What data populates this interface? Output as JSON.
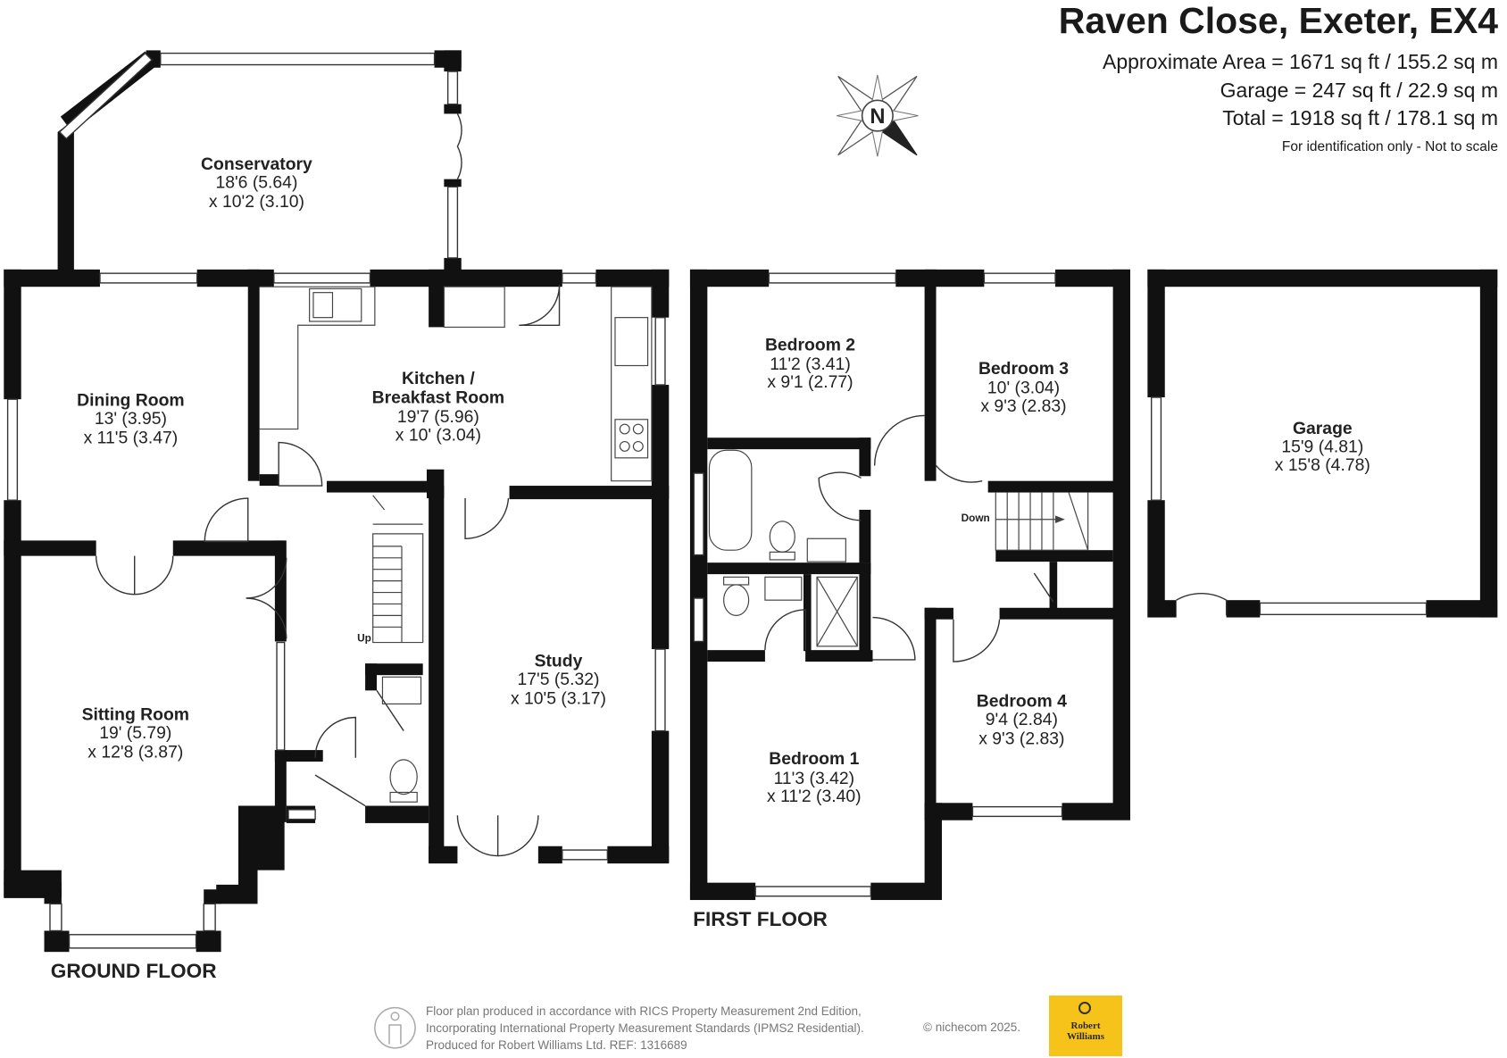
{
  "header": {
    "title": "Raven Close, Exeter, EX4",
    "approx_area": "Approximate Area = 1671 sq ft / 155.2 sq m",
    "garage_area": "Garage = 247 sq ft / 22.9 sq m",
    "total_area": "Total = 1918 sq ft / 178.1 sq m",
    "note": "For identification only - Not to scale"
  },
  "compass": {
    "letter": "N"
  },
  "floors": {
    "ground": "GROUND FLOOR",
    "first": "FIRST FLOOR"
  },
  "rooms": {
    "conservatory": {
      "name": "Conservatory",
      "dim1": "18'6 (5.64)",
      "dim2": "x 10'2 (3.10)"
    },
    "dining": {
      "name": "Dining Room",
      "dim1": "13' (3.95)",
      "dim2": "x 11'5 (3.47)"
    },
    "kitchen": {
      "name1": "Kitchen /",
      "name2": "Breakfast Room",
      "dim1": "19'7 (5.96)",
      "dim2": "x 10' (3.04)"
    },
    "sitting": {
      "name": "Sitting Room",
      "dim1": "19' (5.79)",
      "dim2": "x 12'8 (3.87)"
    },
    "study": {
      "name": "Study",
      "dim1": "17'5 (5.32)",
      "dim2": "x 10'5 (3.17)"
    },
    "bedroom2": {
      "name": "Bedroom 2",
      "dim1": "11'2 (3.41)",
      "dim2": "x 9'1 (2.77)"
    },
    "bedroom3": {
      "name": "Bedroom 3",
      "dim1": "10' (3.04)",
      "dim2": "x 9'3 (2.83)"
    },
    "bedroom1": {
      "name": "Bedroom 1",
      "dim1": "11'3 (3.42)",
      "dim2": "x 11'2 (3.40)"
    },
    "bedroom4": {
      "name": "Bedroom 4",
      "dim1": "9'4 (2.84)",
      "dim2": "x 9'3 (2.83)"
    },
    "garage": {
      "name": "Garage",
      "dim1": "15'9 (4.81)",
      "dim2": "x 15'8 (4.78)"
    }
  },
  "stairs": {
    "up": "Up",
    "down": "Down"
  },
  "footer": {
    "line1": "Floor plan produced in accordance with RICS Property Measurement 2nd Edition,",
    "line2": "Incorporating International Property Measurement Standards (IPMS2 Residential).",
    "line3": "Produced for Robert Williams Ltd.   REF:  1316689",
    "credit": "© nichecom 2025.",
    "logo_line1": "Robert",
    "logo_line2": "Williams"
  },
  "colors": {
    "wall": "#111111",
    "logo_bg": "#f6c31a",
    "text": "#222222"
  }
}
